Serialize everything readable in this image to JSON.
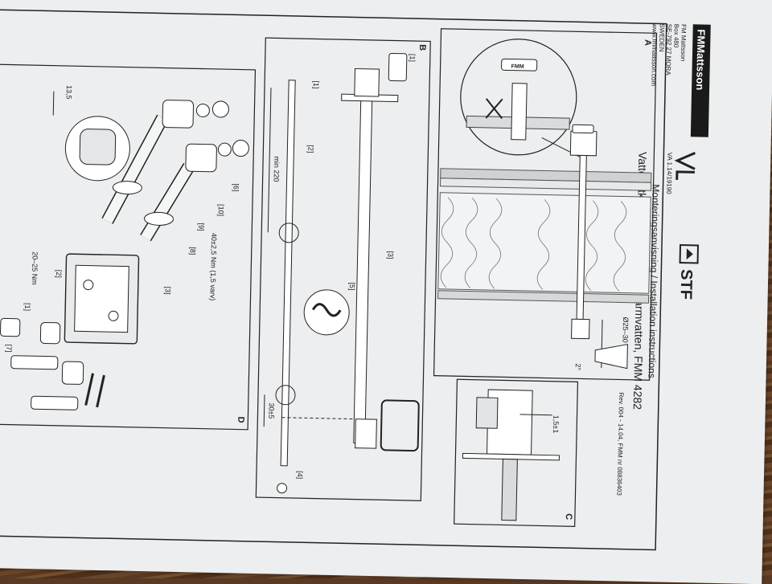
{
  "brand": {
    "logo_text": "FMMattsson"
  },
  "company": {
    "lines": [
      "FM Mattsson",
      "Box 480",
      "SE-792 27 MORA",
      "SWEDEN",
      "www.fmmattsson.com"
    ]
  },
  "title": {
    "line1": "Monteringsanvisning / Installation instructions",
    "line2": "Vattenutkastare för kall- och varmvatten, FMM 4282"
  },
  "certifications": {
    "va_code": "VA 1.14/19190",
    "stf_logo": "STF"
  },
  "revision": "Rev. 004 - 14.04, FMM nr 08836403",
  "panels": {
    "a": {
      "label": "A",
      "dim_diameter": "Ø25–30",
      "angle": "2°",
      "knob_brand": "FMM"
    },
    "b": {
      "label": "B",
      "callouts": [
        "[1]",
        "[1]",
        "[2]",
        "[3]",
        "[4]",
        "[5]"
      ],
      "dim_min": "min 220",
      "dim_bottom": "30±5"
    },
    "c": {
      "label": "C",
      "dim": "1,5±1"
    },
    "d": {
      "label": "D",
      "dim_top": "13,5",
      "torque_1": "40±2,5 Nm (1,5 varv)",
      "torque_2": "20–25 Nm",
      "callouts": [
        "[6]",
        "[10]",
        "[9]",
        "[8]",
        "[3]",
        "[2]",
        "[1]",
        "[7]"
      ]
    }
  }
}
